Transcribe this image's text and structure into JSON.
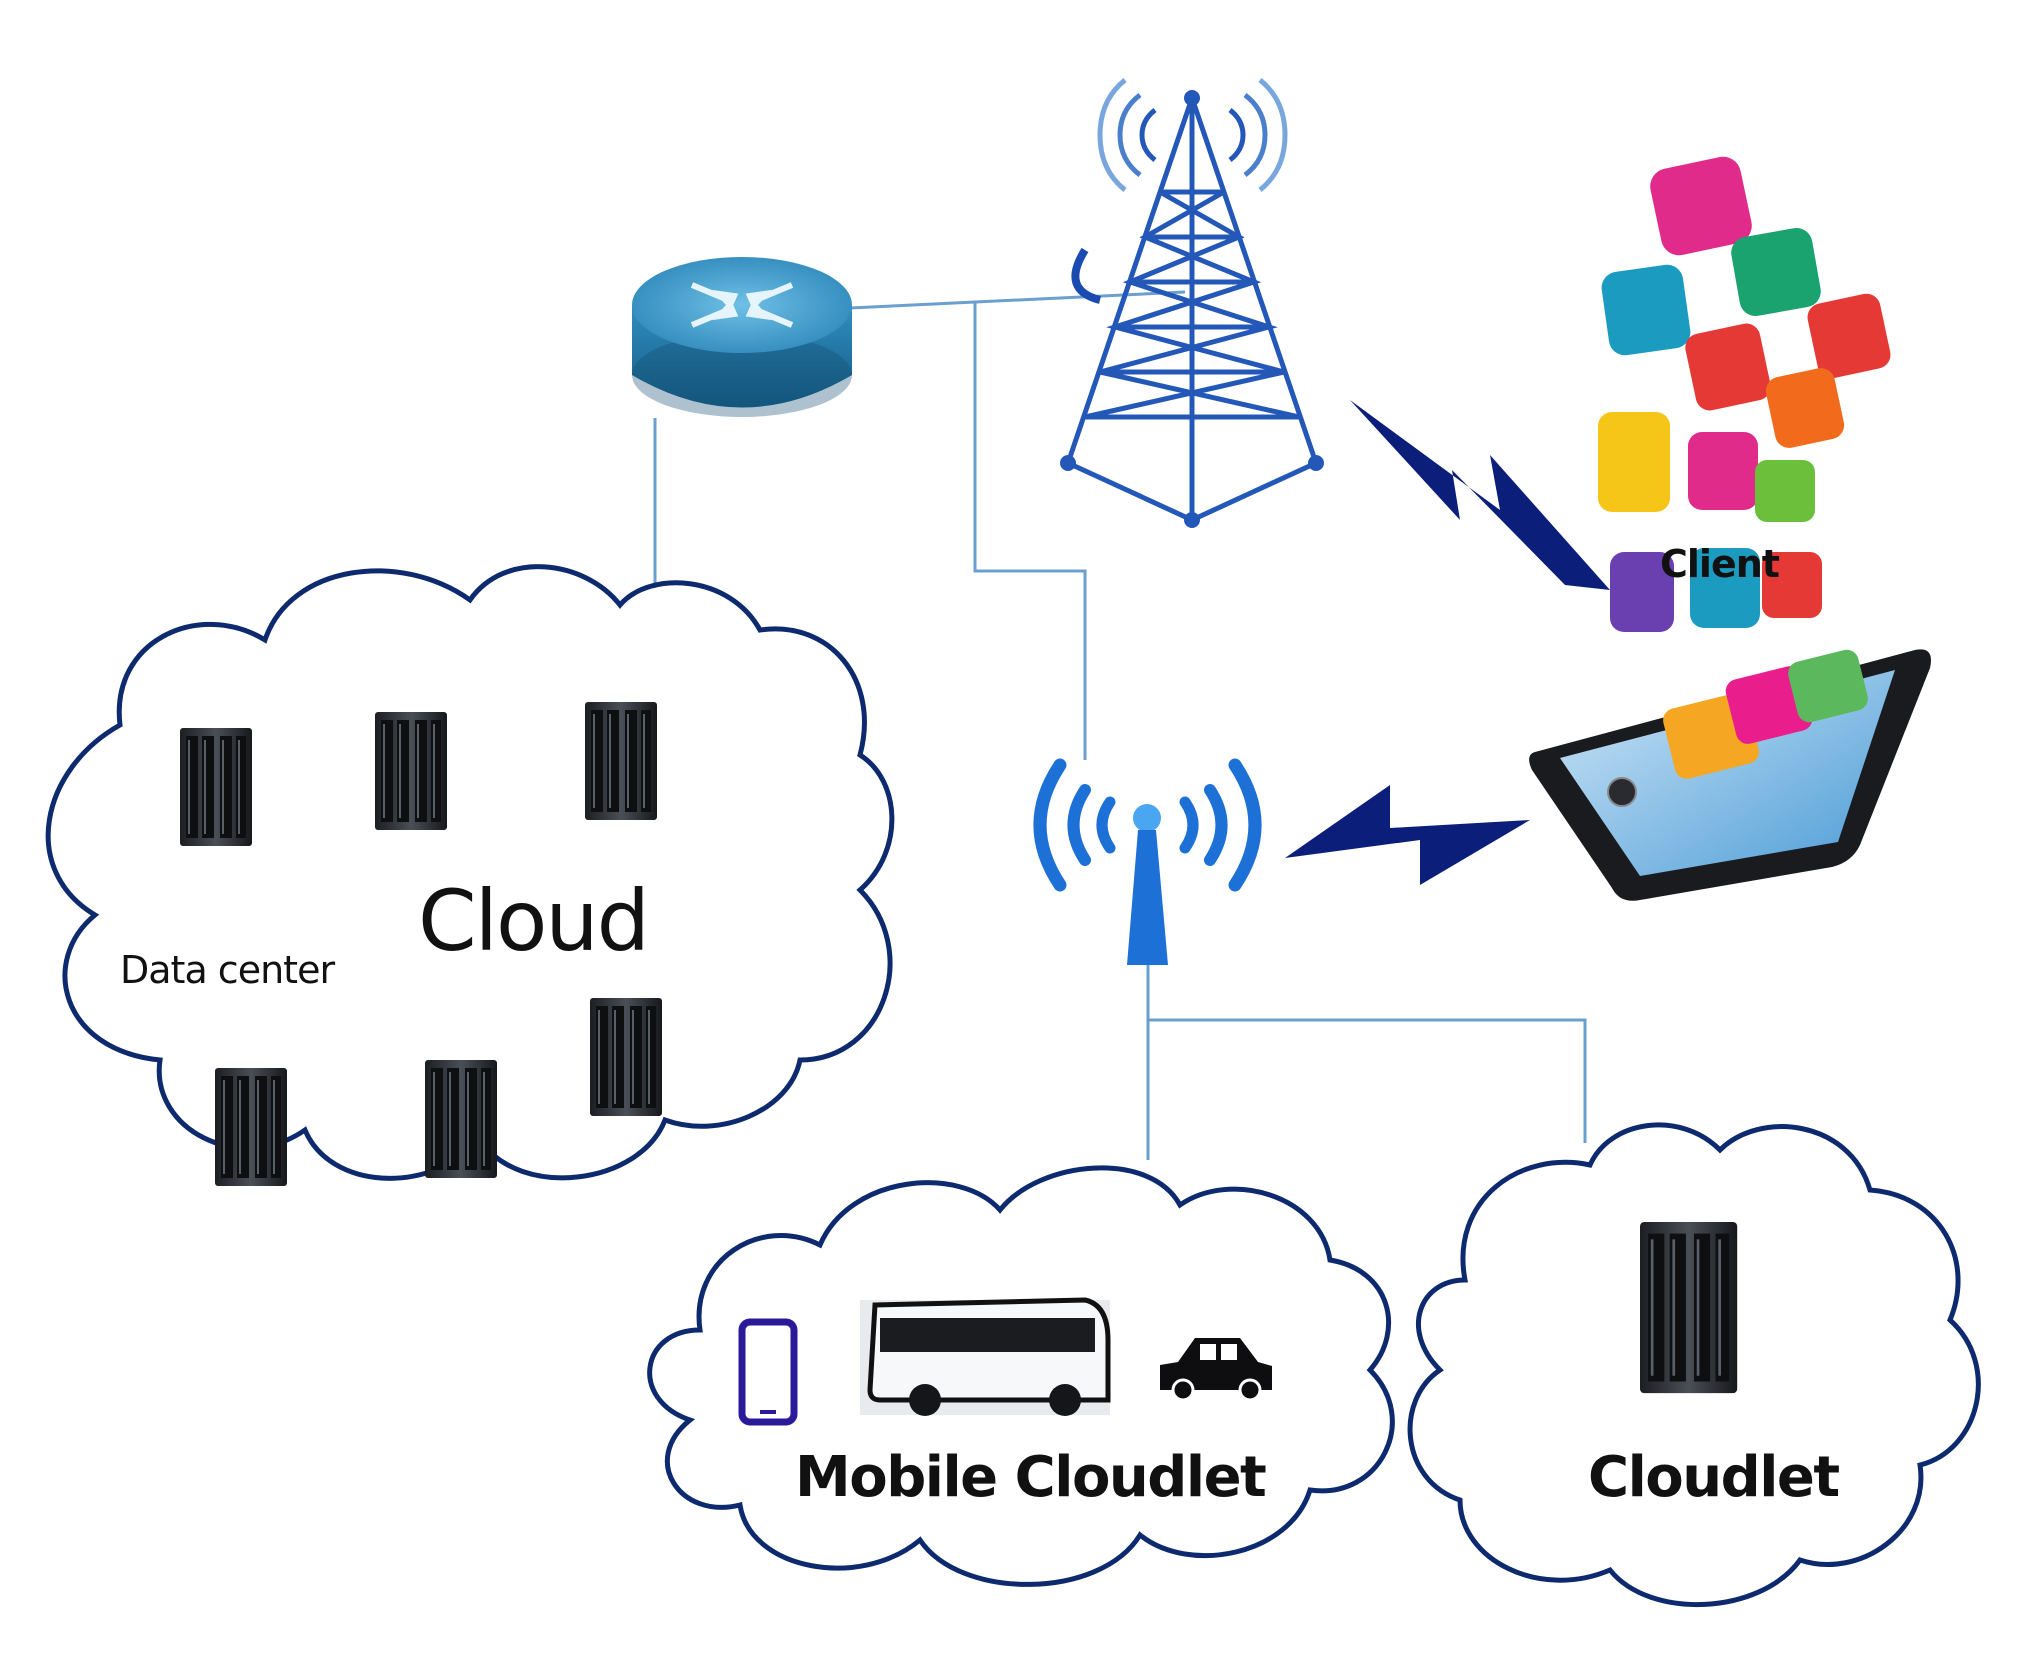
{
  "labels": {
    "cloud": "Cloud",
    "data_center": "Data center",
    "mobile_cloudlet": "Mobile Cloudlet",
    "cloudlet": "Cloudlet",
    "client": "Client"
  },
  "colors": {
    "line": "#6a9fd0",
    "cloud_stroke": "#0d2a6e",
    "lightning": "#0b1e7a",
    "tower": "#2458b8",
    "router": "#2b7aa6",
    "wifi": "#1d70d6",
    "server": "#2a2d33"
  },
  "icons": [
    "router-icon",
    "cell-tower-icon",
    "wifi-access-point-icon",
    "server-rack-icon",
    "smartphone-icon",
    "bus-icon",
    "car-icon",
    "lightning-icon",
    "app-icon"
  ]
}
